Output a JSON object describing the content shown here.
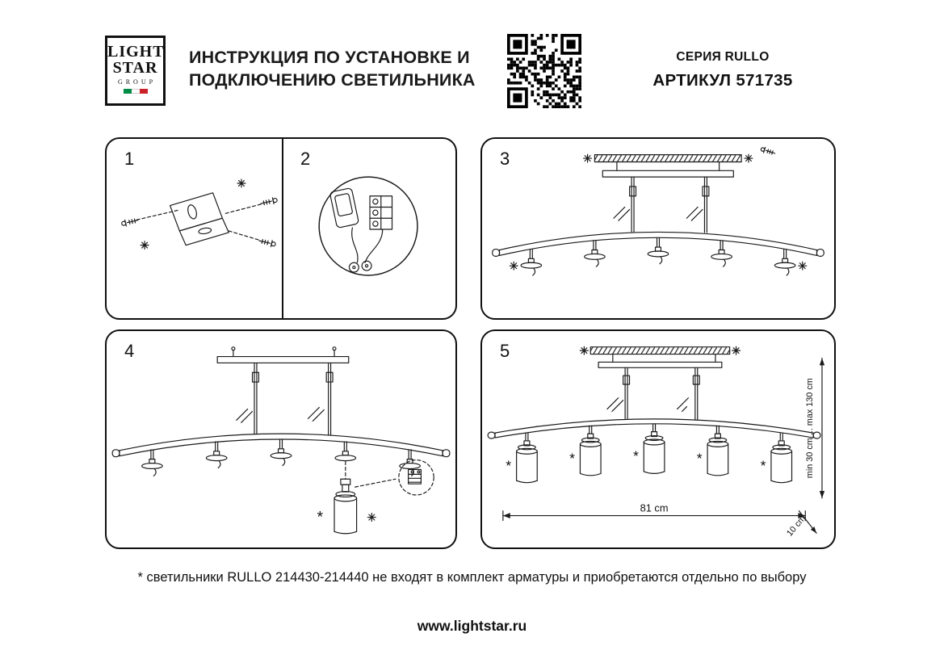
{
  "header": {
    "logo": {
      "line1": "LIGHT",
      "line2": "STAR",
      "line3": "GROUP"
    },
    "title_line1": "ИНСТРУКЦИЯ ПО УСТАНОВКЕ И",
    "title_line2": "ПОДКЛЮЧЕНИЮ СВЕТИЛЬНИКА",
    "series": "СЕРИЯ RULLO",
    "article": "АРТИКУЛ 571735"
  },
  "steps": {
    "s1": "1",
    "s2": "2",
    "s3": "3",
    "s4": "4",
    "s5": "5"
  },
  "dimensions": {
    "width": "81 cm",
    "height_range": "min 30 cm ... max 130 cm",
    "depth": "10 cm"
  },
  "annotations": {
    "asterisk": "*"
  },
  "footer": {
    "note": "* светильники RULLO 214430-214440 не входят в комплект арматуры и приобретаются отдельно по выбору",
    "website": "www.lightstar.ru"
  },
  "colors": {
    "ink": "#111111",
    "flag_green": "#008C45",
    "flag_white": "#ffffff",
    "flag_red": "#CD212A"
  }
}
